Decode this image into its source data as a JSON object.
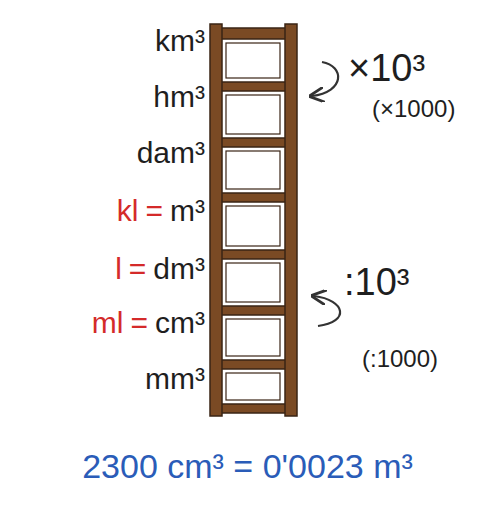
{
  "diagram": {
    "labels": [
      "km³",
      "hm³",
      "dam³",
      "kl",
      "=",
      "m³",
      "l",
      "=",
      "dm³",
      "ml",
      "=",
      "cm³",
      "mm³",
      "×10³",
      "(×1000)",
      ":10³",
      "(:1000)",
      "2300 cm³ = 0'0023 m³"
    ]
  }
}
